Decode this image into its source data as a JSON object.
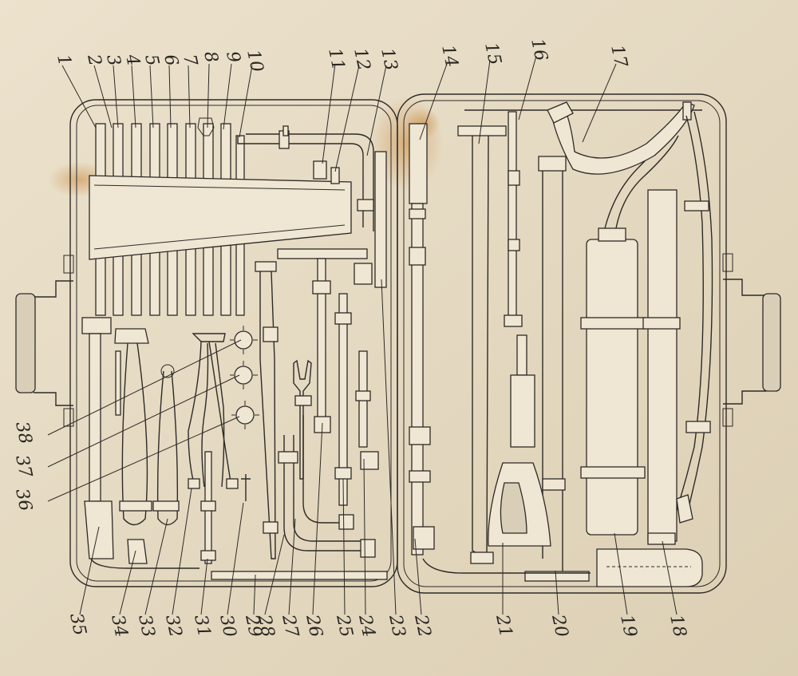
{
  "figure": {
    "callouts_top": [
      "1",
      "2",
      "3",
      "4",
      "5",
      "6",
      "7",
      "8",
      "9",
      "10",
      "11",
      "12",
      "13",
      "14",
      "15",
      "16",
      "17"
    ],
    "callouts_bottom": [
      "35",
      "34",
      "33",
      "32",
      "31",
      "30",
      "29",
      "28",
      "27",
      "26",
      "25",
      "24",
      "23",
      "22",
      "21",
      "20",
      "19",
      "18"
    ],
    "callouts_left": [
      "38",
      "37",
      "36"
    ]
  }
}
